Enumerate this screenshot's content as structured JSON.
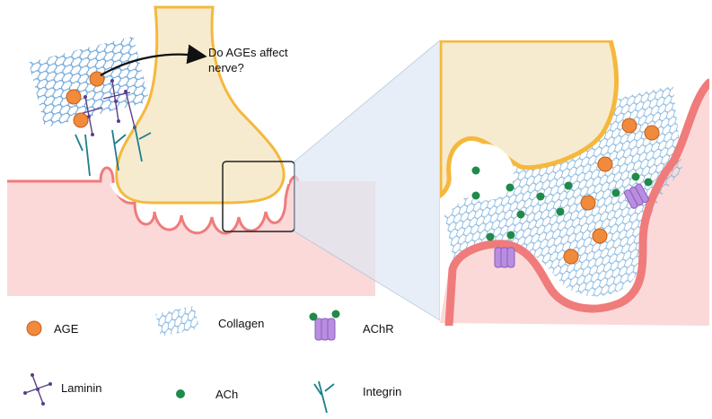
{
  "question": {
    "line1": "Do AGEs affect",
    "line2": "nerve?"
  },
  "legend": {
    "age": "AGE",
    "collagen": "Collagen",
    "achr": "AChR",
    "laminin": "Laminin",
    "ach": "ACh",
    "integrin": "Integrin"
  },
  "colors": {
    "nerve_fill": "#f7ebcf",
    "nerve_outline": "#f5b83d",
    "muscle_fill": "#fbd9d9",
    "muscle_outline": "#f07b7b",
    "age": "#f08a3c",
    "ach": "#1f8a4a",
    "achr": "#b98ee0",
    "collagen": "#5b9bd5",
    "laminin": "#5a3d8a",
    "integrin": "#1b7f8c",
    "zoom_cone": "#c9d7ea"
  }
}
